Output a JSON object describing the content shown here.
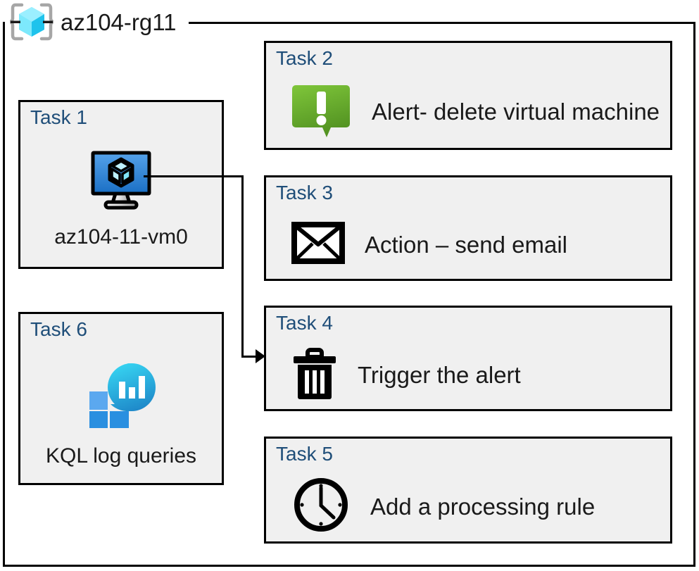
{
  "diagram": {
    "type": "azure-resource-group-task-diagram",
    "resource_group": {
      "name": "az104-rg11",
      "icon": "azure-resource-group-cube-icon"
    },
    "colors": {
      "task_label": "#1F4E79",
      "box_fill": "#F0F0F0",
      "box_border": "#000000",
      "alert_green": "#76BC21",
      "vm_blue": "#2E8DE1",
      "log_analytics_cyan": "#2ECFEA",
      "log_analytics_blue": "#2A8FE0",
      "rg_cube_cyan": "#50E6FF",
      "canvas": "#FFFFFF"
    },
    "tasks": [
      {
        "id": "task-1",
        "label": "Task 1",
        "text": "az104-11-vm0",
        "icon": "virtual-machine-icon",
        "layout": "narrow"
      },
      {
        "id": "task-2",
        "label": "Task 2",
        "text": "Alert- delete virtual machine",
        "icon": "alert-speech-bubble-icon",
        "layout": "wide"
      },
      {
        "id": "task-3",
        "label": "Task 3",
        "text": "Action – send email",
        "icon": "envelope-icon",
        "layout": "wide"
      },
      {
        "id": "task-4",
        "label": "Task 4",
        "text": "Trigger the alert",
        "icon": "trash-can-icon",
        "layout": "wide"
      },
      {
        "id": "task-5",
        "label": "Task 5",
        "text": "Add a processing rule",
        "icon": "clock-icon",
        "layout": "wide"
      },
      {
        "id": "task-6",
        "label": "Task 6",
        "text": "KQL log queries",
        "icon": "log-analytics-icon",
        "layout": "narrow"
      }
    ],
    "connector": {
      "from": "task-1",
      "to": "task-4",
      "style": "orthogonal-arrow"
    }
  }
}
